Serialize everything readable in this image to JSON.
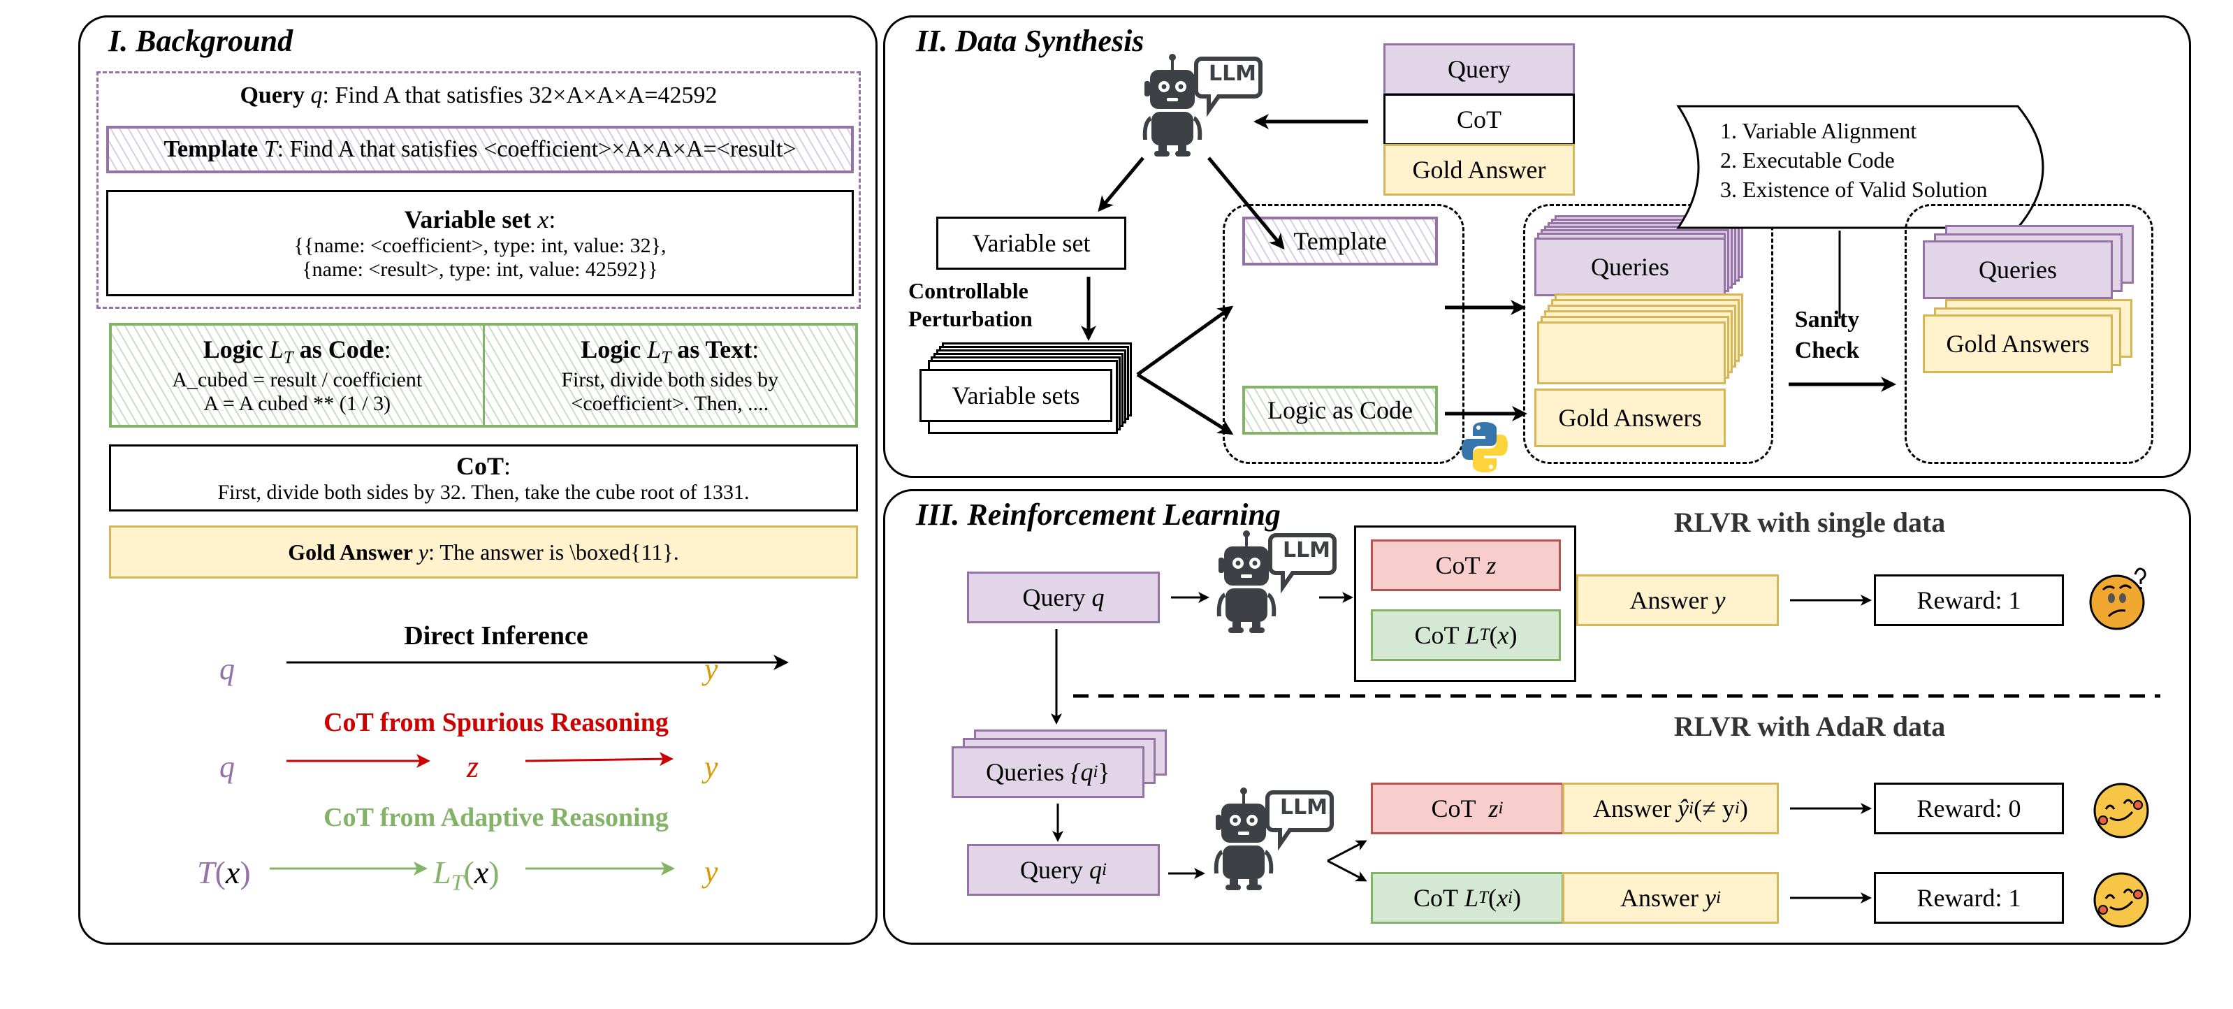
{
  "panels": {
    "background": {
      "title": "I. Background",
      "query": {
        "label": "Query",
        "var": "q",
        "text": ": Find A that satisfies 32×A×A×A=42592"
      },
      "template": {
        "label": "Template",
        "var": "T",
        "text": ": Find A that satisfies <coefficient>×A×A×A=<result>"
      },
      "variable_set": {
        "label": "Variable set",
        "var": "x",
        "colon": ":",
        "line1": "{{name: <coefficient>, type: int, value: 32},",
        "line2": "{name: <result>, type: int, value: 42592}}"
      },
      "logic_code": {
        "label_pre": "Logic",
        "label_var": "L",
        "label_sub": "T",
        "label_post": "as Code",
        "colon": ":",
        "line1": "A_cubed = result / coefficient",
        "line2": "A = A cubed ** (1 / 3)"
      },
      "logic_text": {
        "label_pre": "Logic",
        "label_var": "L",
        "label_sub": "T",
        "label_post": "as Text",
        "colon": ":",
        "line1": "First, divide both sides by",
        "line2": "<coefficient>. Then, ...."
      },
      "cot": {
        "label": "CoT",
        "colon": ":",
        "text": "First, divide both sides by 32.  Then, take the cube root of 1331."
      },
      "gold_answer": {
        "label": "Gold Answer",
        "var": "y",
        "text": ": The answer is \\boxed{11}."
      },
      "direct": {
        "title": "Direct Inference",
        "from": "q",
        "to": "y"
      },
      "spurious": {
        "title": "CoT from Spurious Reasoning",
        "from": "q",
        "mid": "z",
        "to": "y"
      },
      "adaptive": {
        "title": "CoT from Adaptive Reasoning",
        "from_fn": "T",
        "from_arg": "x",
        "mid_fn": "L",
        "mid_sub": "T",
        "mid_arg": "x",
        "to": "y"
      }
    },
    "synthesis": {
      "title": "II. Data Synthesis",
      "llm_label": "LLM",
      "seed_stack": [
        "Query",
        "CoT",
        "Gold Answer"
      ],
      "variable_set": "Variable set",
      "perturbation_line1": "Controllable",
      "perturbation_line2": "Perturbation",
      "variable_sets": "Variable sets",
      "template": "Template",
      "logic_as_code": "Logic as Code",
      "queries": "Queries",
      "gold_answers": "Gold Answers",
      "sanity_line1": "Sanity",
      "sanity_line2": "Check",
      "checks": [
        "1. Variable Alignment",
        "2. Executable Code",
        "3. Existence of Valid Solution"
      ],
      "filtered_queries": "Queries",
      "filtered_gold_answers": "Gold Answers"
    },
    "rl": {
      "title": "III. Reinforcement Learning",
      "llm_label": "LLM",
      "single": {
        "heading": "RLVR with single data",
        "query": {
          "label": "Query",
          "var": "q"
        },
        "cot_spurious": {
          "label": "CoT",
          "var": "z"
        },
        "cot_logic": {
          "label": "CoT",
          "fn": "L",
          "sub": "T",
          "arg": "x"
        },
        "answer": {
          "label": "Answer",
          "var": "y"
        },
        "reward": "Reward: 1",
        "emoji": "confused-face"
      },
      "adar": {
        "heading": "RLVR with AdaR data",
        "queries": {
          "label": "Queries",
          "var": "{q",
          "sub": "i",
          "close": "}"
        },
        "query": {
          "label": "Query",
          "var": "q",
          "sub": "i"
        },
        "row1": {
          "cot_label": "CoT",
          "cot_var": "z",
          "cot_sub": "i",
          "answer_label": "Answer",
          "answer_var": "ŷ",
          "answer_sub": "i",
          "answer_rest": "(≠ y",
          "answer_rest_sub": "i",
          "answer_close": ")",
          "reward": "Reward: 0",
          "emoji": "smiling-face"
        },
        "row2": {
          "cot_label": "CoT",
          "cot_fn": "L",
          "cot_sub": "T",
          "cot_arg": "x",
          "cot_arg_sub": "i",
          "answer_label": "Answer",
          "answer_var": "y",
          "answer_sub": "i",
          "reward": "Reward: 1",
          "emoji": "smiling-face"
        }
      }
    }
  },
  "colors": {
    "purple_fill": "#e1d5e7",
    "purple_stroke": "#9673a6",
    "yellow_fill": "#fff2cc",
    "yellow_stroke": "#d6b656",
    "red_fill": "#f8cecc",
    "red_stroke": "#b85450",
    "green_fill": "#d5e8d4",
    "green_stroke": "#82b366",
    "spurious_text": "#cc0000",
    "adaptive_text": "#82b366",
    "q_color": "#9673a6",
    "y_color": "#d79b00",
    "robot": "#3d4146"
  }
}
